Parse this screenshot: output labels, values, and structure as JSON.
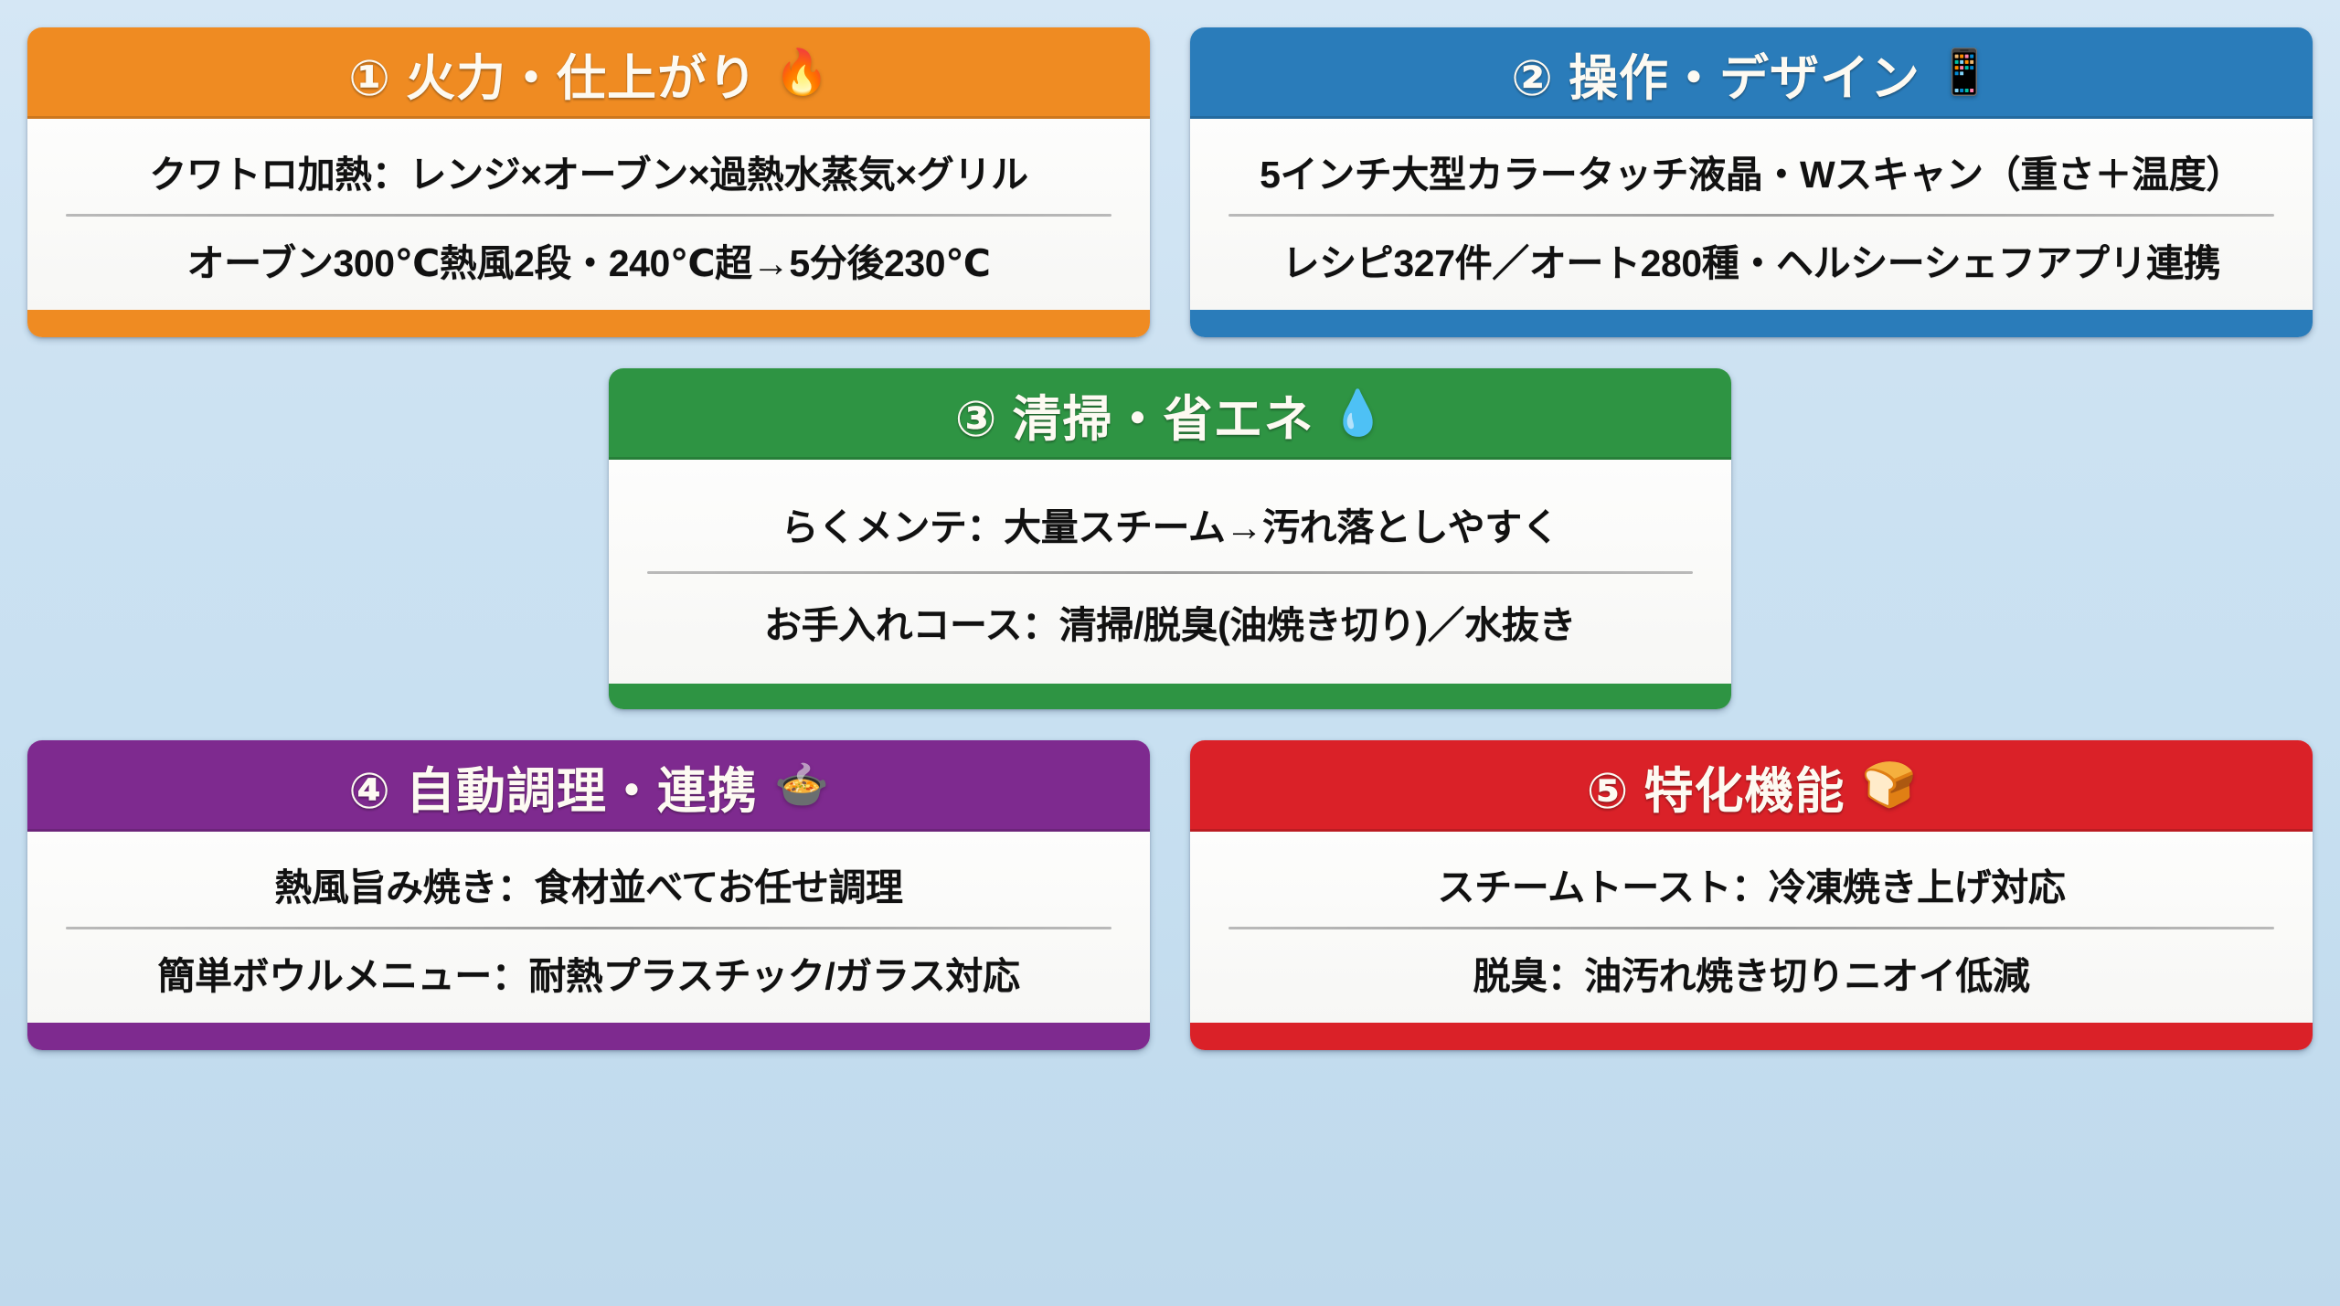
{
  "page": {
    "background_top": "#d5e7f5",
    "background_bottom": "#bfd9ec",
    "body_text_color": "#111111",
    "header_text_color": "#fdfaf2",
    "divider_color": "#9d9d9d"
  },
  "cards": [
    {
      "id": "card-1-heating",
      "number": "①",
      "title": "① 火力・仕上がり",
      "emoji": "🔥",
      "emoji_name": "fire-emoji",
      "accent": "#ef8b22",
      "accent_dark": "#e07f17",
      "lines": [
        "クワトロ加熱：レンジ×オーブン×過熱水蒸気×グリル",
        "オーブン300℃熱風2段・240℃超→5分後230℃"
      ]
    },
    {
      "id": "card-2-operation",
      "number": "②",
      "title": "② 操作・デザイン",
      "emoji": "📱",
      "emoji_name": "mobile-phone-emoji",
      "accent": "#2a7cba",
      "accent_dark": "#2270ab",
      "lines": [
        "5インチ大型カラータッチ液晶・Wスキャン（重さ＋温度）",
        "レシピ327件／オート280種・ヘルシーシェフアプリ連携"
      ]
    },
    {
      "id": "card-3-cleaning",
      "number": "③",
      "title": "③ 清掃・省エネ",
      "emoji": "💧",
      "emoji_name": "droplet-emoji",
      "accent": "#2e9443",
      "accent_dark": "#288a3c",
      "lines": [
        "らくメンテ：大量スチーム→汚れ落としやすく",
        "お手入れコース：清掃/脱臭(油焼き切り)／水抜き"
      ]
    },
    {
      "id": "card-4-auto-cooking",
      "number": "④",
      "title": "④ 自動調理・連携",
      "emoji": "🍲",
      "emoji_name": "pot-of-food-emoji",
      "accent": "#7e2a8f",
      "accent_dark": "#732682",
      "lines": [
        "熱風旨み焼き：食材並べてお任せ調理",
        "簡単ボウルメニュー：耐熱プラスチック/ガラス対応"
      ]
    },
    {
      "id": "card-5-special-features",
      "number": "⑤",
      "title": "⑤ 特化機能",
      "emoji": "🍞",
      "emoji_name": "bread-emoji",
      "accent": "#da2128",
      "accent_dark": "#c91c23",
      "lines": [
        "スチームトースト：冷凍焼き上げ対応",
        "脱臭：油汚れ焼き切りニオイ低減"
      ]
    }
  ]
}
